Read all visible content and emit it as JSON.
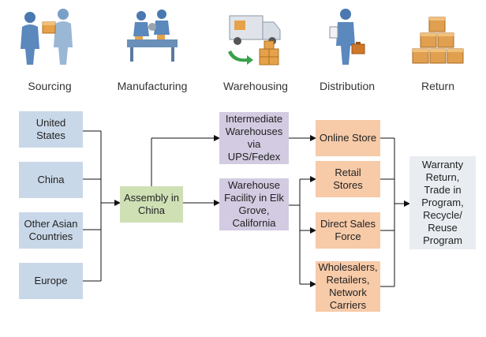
{
  "stages": [
    "Sourcing",
    "Manufacturing",
    "Warehousing",
    "Distribution",
    "Return"
  ],
  "icons": {
    "sourcing": "people-exchanging-box-icon",
    "manufacturing": "assembly-line-workers-icon",
    "warehousing": "delivery-truck-with-boxes-icon",
    "distribution": "person-with-clipboard-and-briefcase-icon",
    "return": "stacked-boxes-icon"
  },
  "sources": [
    "United States",
    "China",
    "Other Asian Countries",
    "Europe"
  ],
  "assembly": "Assembly in China",
  "warehouses": {
    "intermediate": "Intermediate Warehouses via UPS/Fedex",
    "facility": "Warehouse Facility in Elk Grove, California"
  },
  "channels": [
    "Online Store",
    "Retail Stores",
    "Direct Sales Force",
    "Wholesalers, Retailers, Network Carriers"
  ],
  "return": "Warranty Return, Trade in Program, Recycle/ Reuse Program",
  "colors": {
    "source_boxes": "#c9d8e8",
    "assembly_box": "#cfe0b5",
    "warehouse_boxes": "#d3cbe2",
    "channel_boxes": "#f7caa8",
    "return_box": "#e9edf1"
  }
}
